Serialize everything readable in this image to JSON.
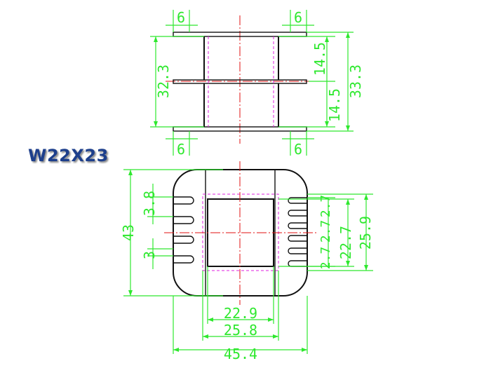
{
  "title": "W22X23",
  "top_view": {
    "flange_width_top_left": "6",
    "flange_width_top_right": "6",
    "flange_width_bottom_left": "6",
    "flange_width_bottom_right": "6",
    "winding_height_left": "32.3",
    "section_upper": "14.5",
    "section_lower": "14.5",
    "overall_height_right": "33.3"
  },
  "front_view": {
    "overall_height": "43",
    "pin_pitch_left_upper": "3.8",
    "pin_width_left_lower": "3",
    "pin_pitch_right_upper": "2.7",
    "pin_pitch_right_mid": "2.7",
    "pin_pitch_right_lower": "2.7",
    "window_height": "22.7",
    "outer_window_height": "25.9",
    "window_width": "22.9",
    "outer_window_width": "25.8",
    "overall_width": "45.4"
  },
  "colors": {
    "dimension": "#2ee82e",
    "outline": "#111111",
    "centerline": "#e01010",
    "hidden": "#e020e0",
    "title": "#1d3f8c"
  }
}
